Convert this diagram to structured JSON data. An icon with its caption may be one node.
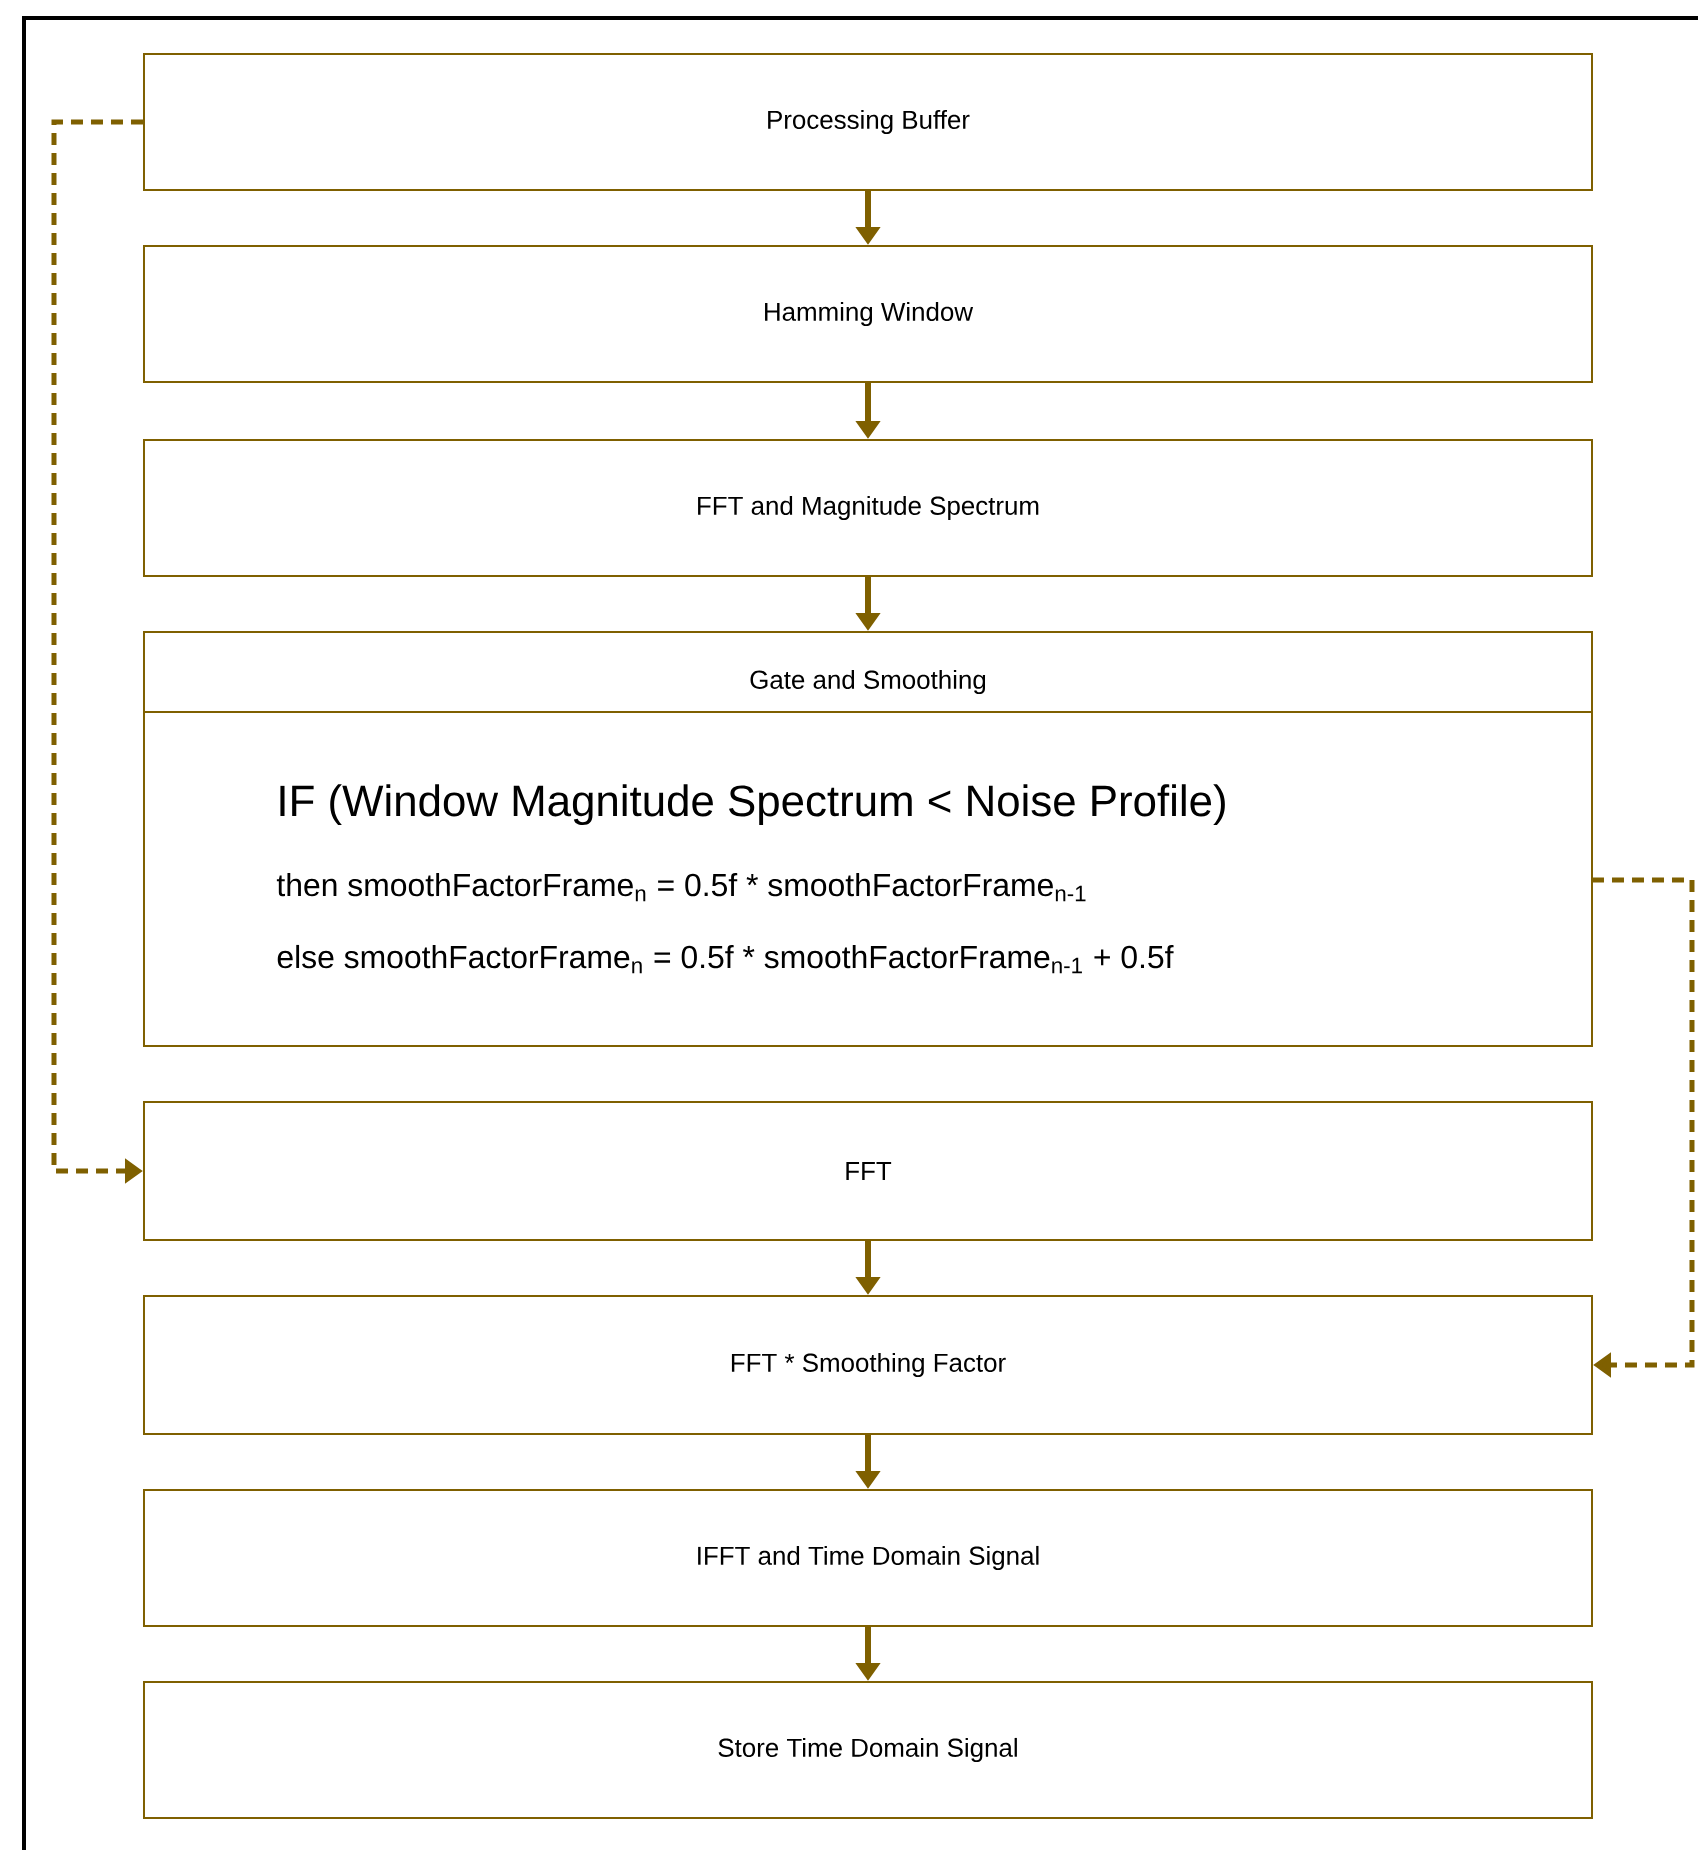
{
  "diagram": {
    "nodes": [
      {
        "text": [
          "Processing Buffer"
        ]
      },
      {
        "text": [
          "Hamming Window"
        ]
      },
      {
        "text": [
          "FFT and Magnitude Spectrum"
        ]
      },
      {
        "text": [
          "Gate and Smoothing",
          "IF (Window Magnitude Spectrum < Noise Profile)",
          "then smoothFactorFrame$_{n}$ = 0.5f * smoothFactorFrame$_{n-1}$",
          "else smoothFactorFrame$_{n}$ = 0.5f * smoothFactorFrame$_{n-1}$ + 0.5f"
        ]
      },
      {
        "text": [
          "FFT"
        ]
      },
      {
        "text": [
          "FFT * Smoothing Factor"
        ]
      },
      {
        "text": [
          "IFFT and Time Domain Signal"
        ]
      },
      {
        "text": [
          "Store Time Domain Signal"
        ]
      }
    ],
    "edges": [
      {
        "from": 0,
        "to": 1,
        "arrow": "to"
      },
      {
        "from": 1,
        "to": 2,
        "arrow": "to"
      },
      {
        "from": 2,
        "to": 3,
        "arrow": "to"
      },
      {
        "from": 4,
        "to": 5,
        "arrow": "to"
      },
      {
        "from": 5,
        "to": 6,
        "arrow": "to"
      },
      {
        "from": 6,
        "to": 7,
        "arrow": "to"
      },
      {
        "from": 0,
        "to": 4,
        "arrow": "to",
        "style": "dashed"
      },
      {
        "from": 3,
        "to": 5,
        "arrow": "to",
        "style": "dashed"
      }
    ]
  }
}
